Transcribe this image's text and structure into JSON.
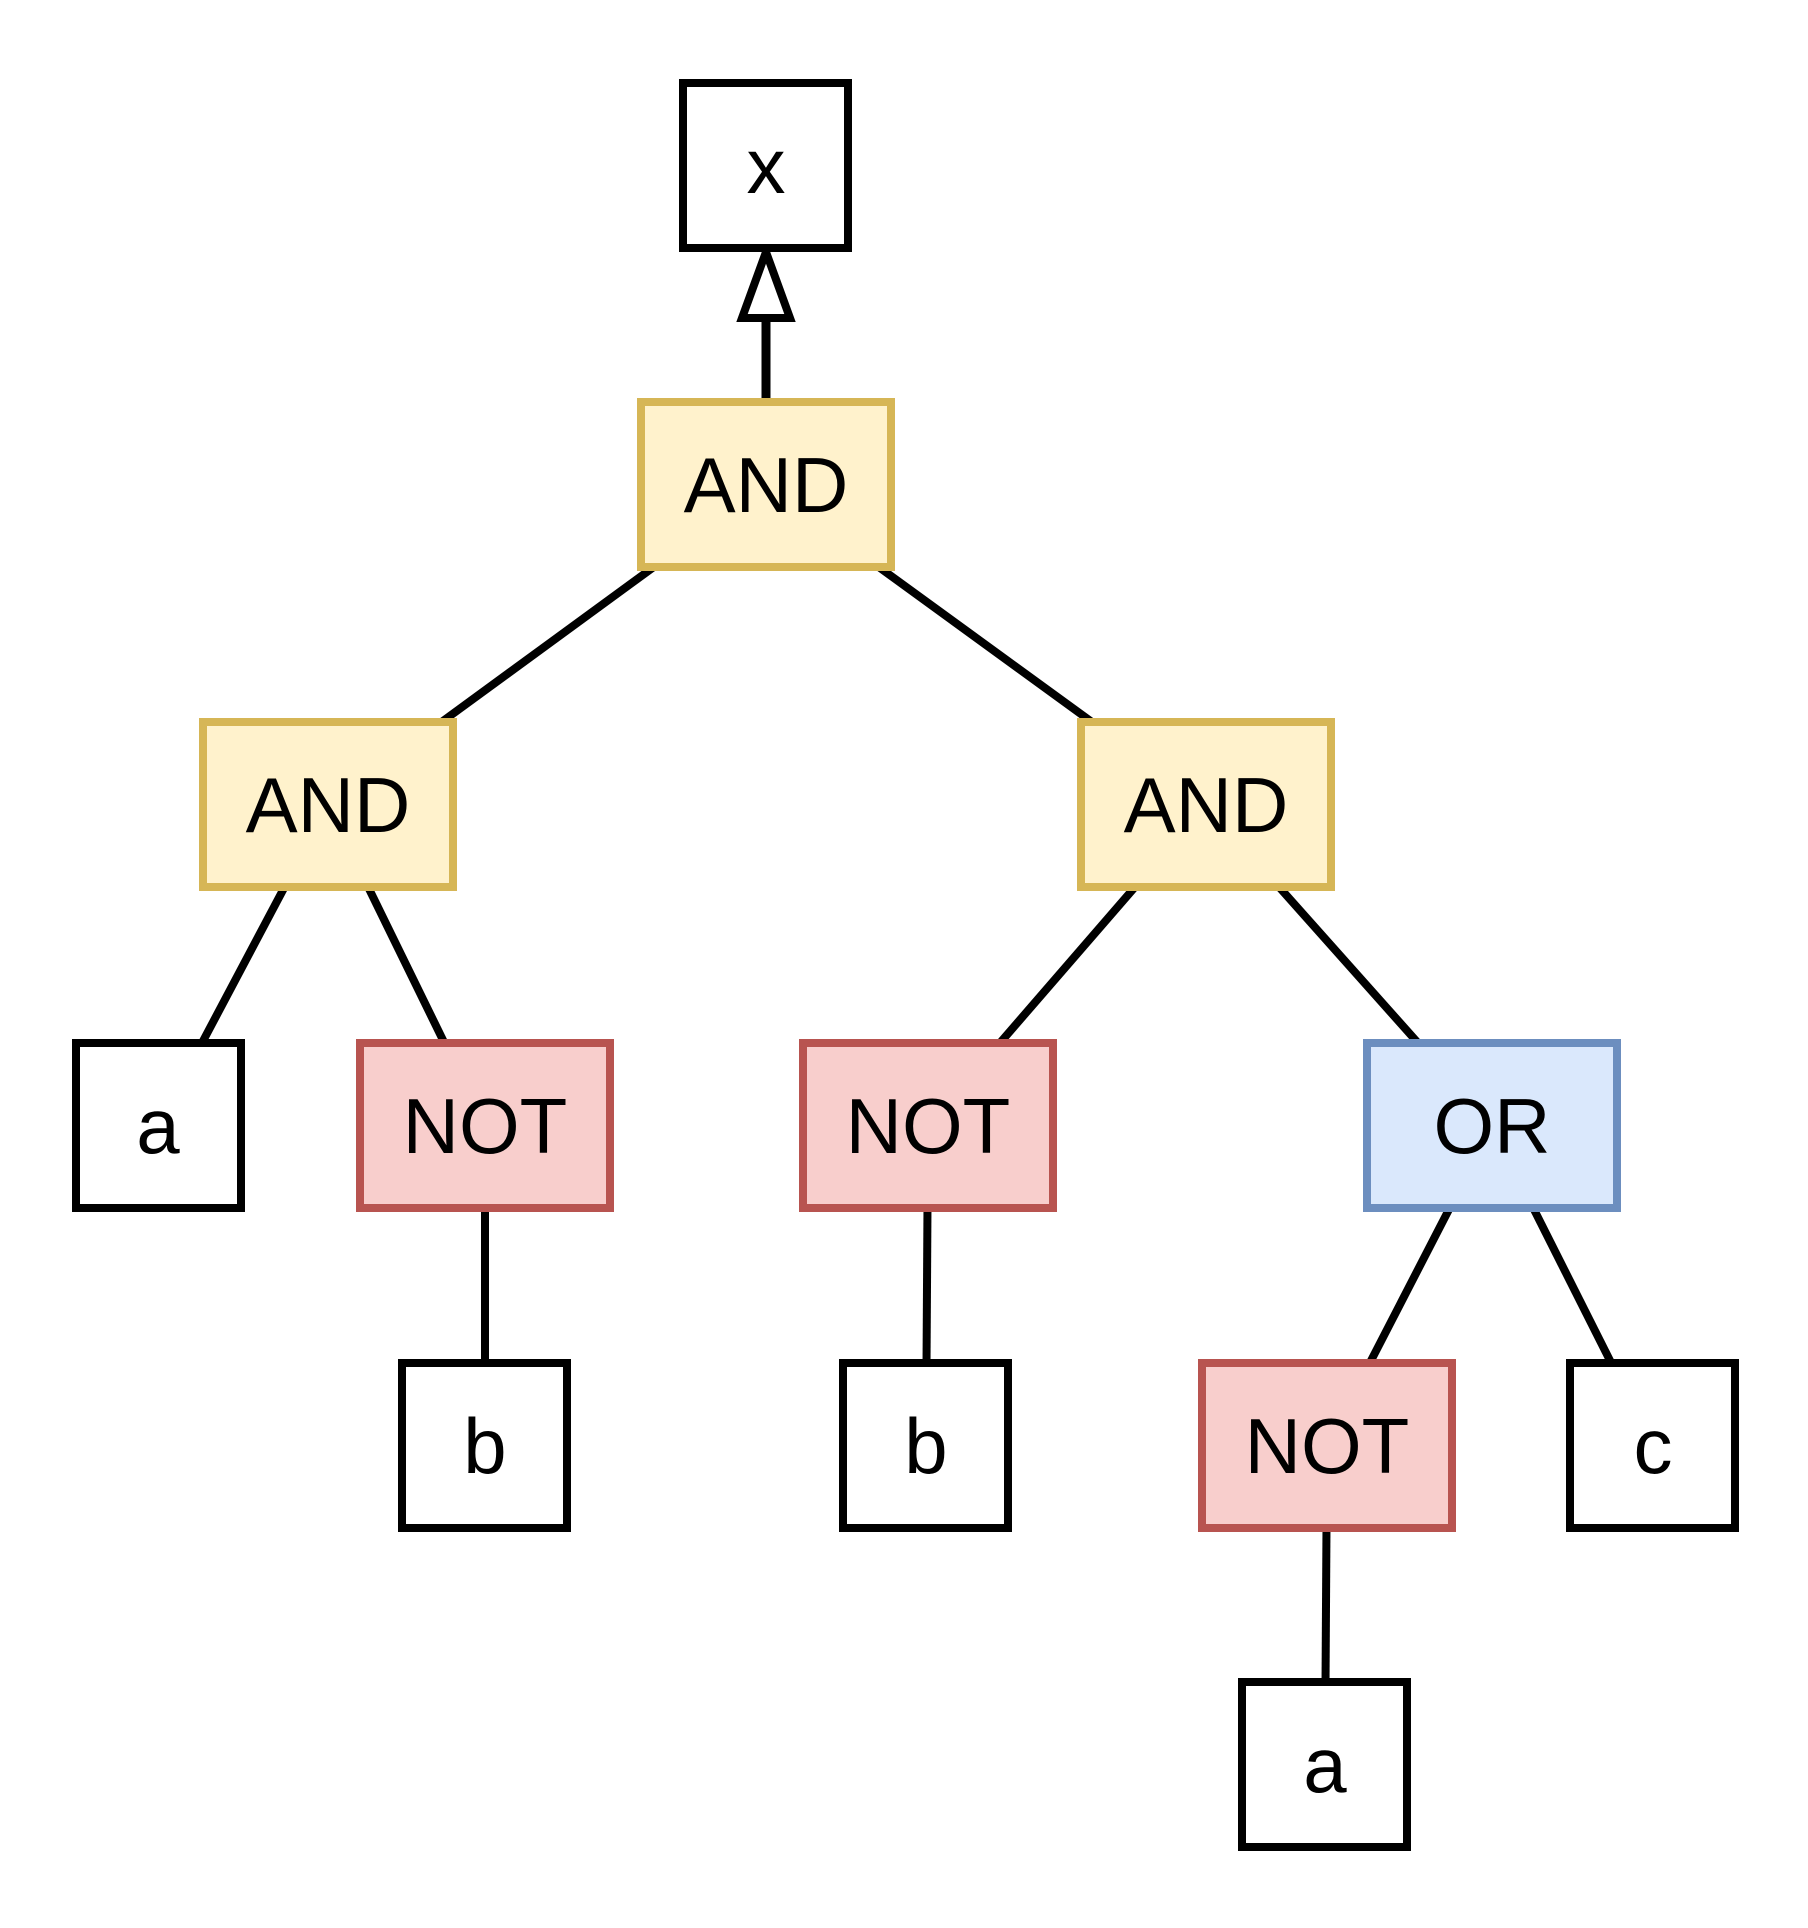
{
  "diagram": {
    "kind": "boolean-expression-tree",
    "colors": {
      "and_gate_fill": "#FFF2CC",
      "and_gate_stroke": "#D6B656",
      "not_gate_fill": "#F8CECC",
      "not_gate_stroke": "#B85450",
      "or_gate_fill": "#DAE8FC",
      "or_gate_stroke": "#6C8EBF",
      "variable_fill": "#FFFFFF",
      "variable_stroke": "#000000",
      "edge_color": "#000000",
      "text_color": "#000000"
    },
    "nodes": [
      {
        "id": "x",
        "label": "x",
        "kind": "variable-output"
      },
      {
        "id": "and-root",
        "label": "AND",
        "kind": "and-gate"
      },
      {
        "id": "and-left",
        "label": "AND",
        "kind": "and-gate"
      },
      {
        "id": "and-right",
        "label": "AND",
        "kind": "and-gate"
      },
      {
        "id": "a-left",
        "label": "a",
        "kind": "variable-input"
      },
      {
        "id": "not-left",
        "label": "NOT",
        "kind": "not-gate"
      },
      {
        "id": "not-middle",
        "label": "NOT",
        "kind": "not-gate"
      },
      {
        "id": "or-right",
        "label": "OR",
        "kind": "or-gate"
      },
      {
        "id": "b-left",
        "label": "b",
        "kind": "variable-input"
      },
      {
        "id": "b-middle",
        "label": "b",
        "kind": "variable-input"
      },
      {
        "id": "not-right",
        "label": "NOT",
        "kind": "not-gate"
      },
      {
        "id": "c-right",
        "label": "c",
        "kind": "variable-input"
      },
      {
        "id": "a-bottom",
        "label": "a",
        "kind": "variable-input"
      }
    ],
    "edges": [
      {
        "from": "and-root",
        "to": "x",
        "style": "open-arrow"
      },
      {
        "from": "and-root",
        "to": "and-left",
        "style": "line"
      },
      {
        "from": "and-root",
        "to": "and-right",
        "style": "line"
      },
      {
        "from": "and-left",
        "to": "a-left",
        "style": "line"
      },
      {
        "from": "and-left",
        "to": "not-left",
        "style": "line"
      },
      {
        "from": "not-left",
        "to": "b-left",
        "style": "line"
      },
      {
        "from": "and-right",
        "to": "not-middle",
        "style": "line"
      },
      {
        "from": "and-right",
        "to": "or-right",
        "style": "line"
      },
      {
        "from": "not-middle",
        "to": "b-middle",
        "style": "line"
      },
      {
        "from": "or-right",
        "to": "not-right",
        "style": "line"
      },
      {
        "from": "or-right",
        "to": "c-right",
        "style": "line"
      },
      {
        "from": "not-right",
        "to": "a-bottom",
        "style": "line"
      }
    ]
  }
}
